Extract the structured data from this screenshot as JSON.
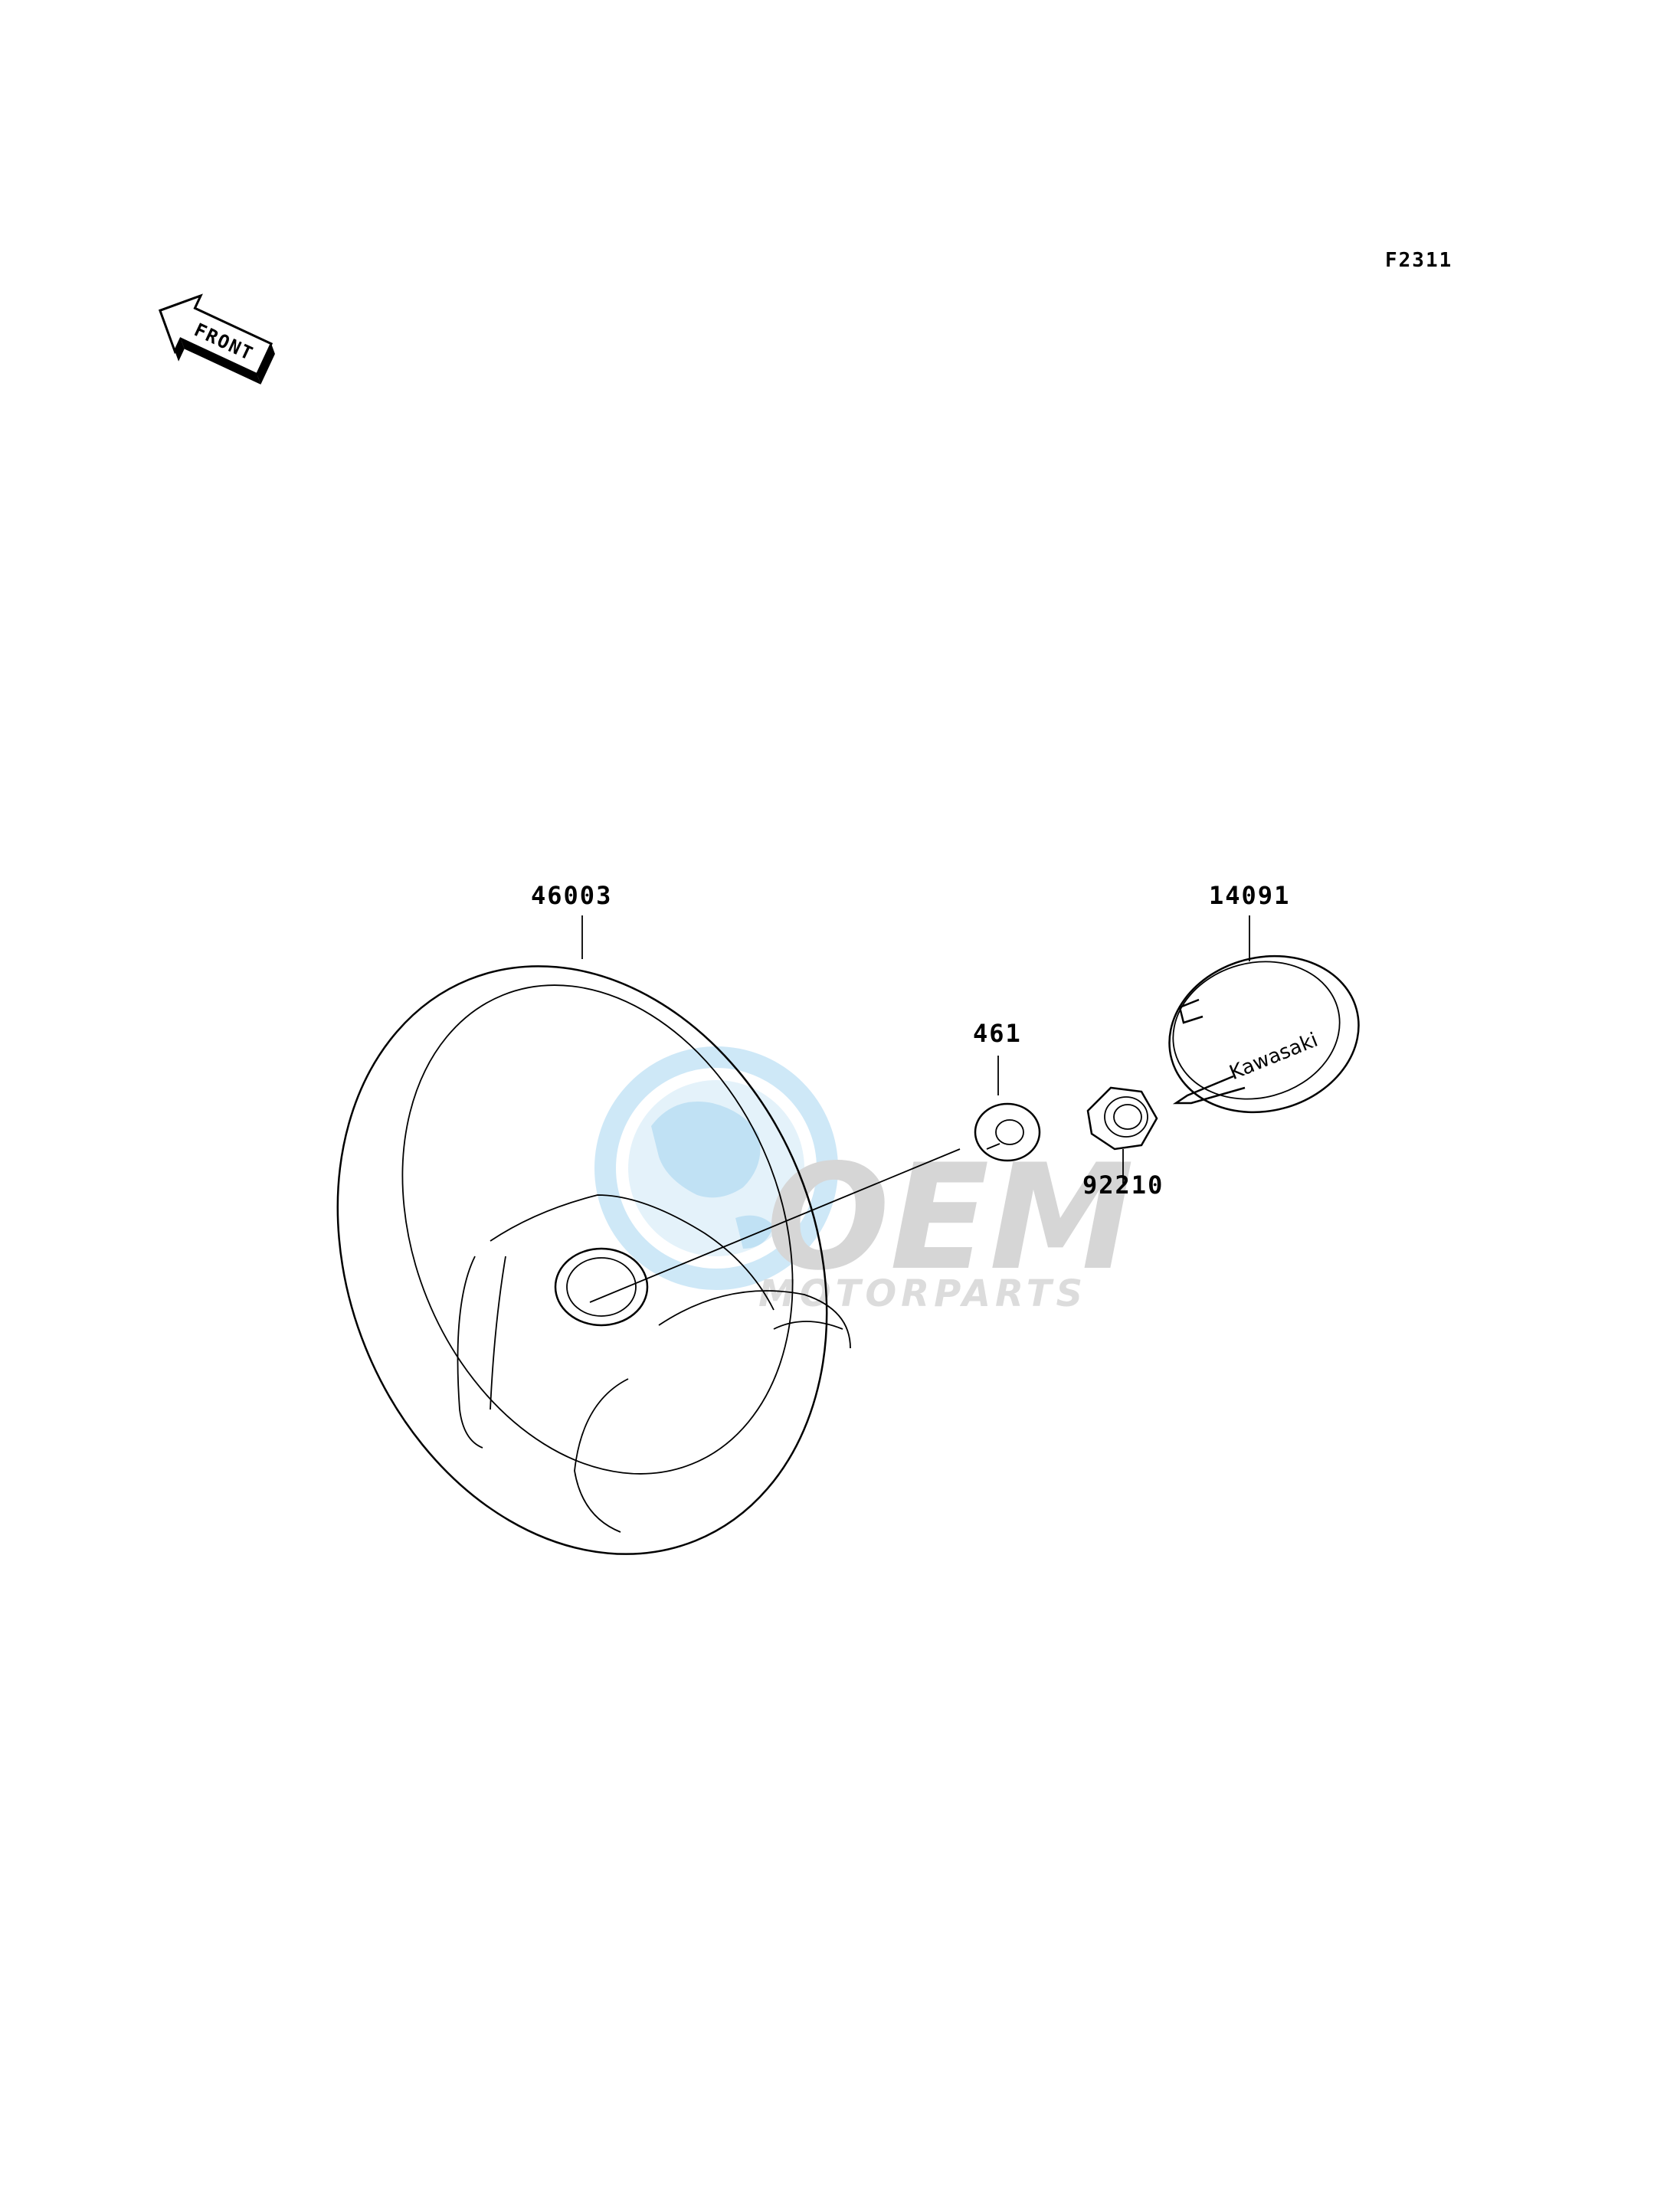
{
  "diagram": {
    "ref_code": "F2311",
    "front_arrow_label": "FRONT",
    "parts": [
      {
        "number": "46003",
        "name": "steering-wheel"
      },
      {
        "number": "461",
        "name": "washer"
      },
      {
        "number": "92210",
        "name": "nut"
      },
      {
        "number": "14091",
        "name": "center-cap"
      }
    ],
    "cap_logo_text": "Kawasaki"
  },
  "watermark": {
    "brand": "OEM",
    "subtitle": "MOTORPARTS",
    "colors": {
      "brand": "#c8c8c8",
      "globe": "#8ec9ec"
    }
  }
}
